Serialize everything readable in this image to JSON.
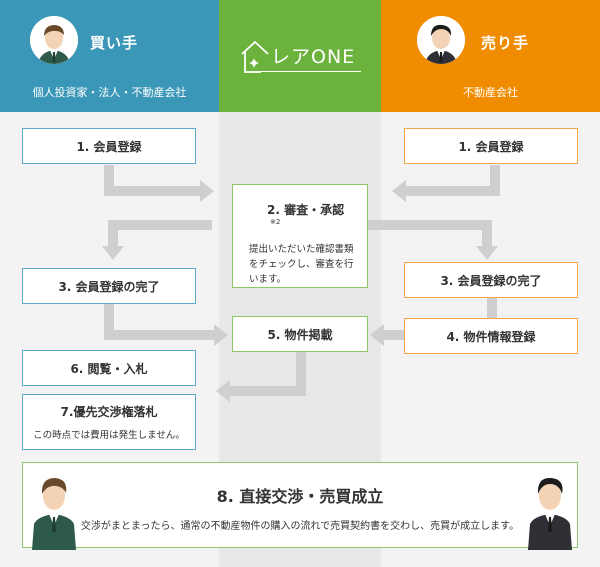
{
  "buyer": {
    "title": "買い手",
    "subtitle": "個人投資家・法人・不動産会社",
    "color": "#3a97b7"
  },
  "logo": {
    "text": "レアONE",
    "color": "#6cb33e",
    "icon": "house-sparkle-icon"
  },
  "seller": {
    "title": "売り手",
    "subtitle": "不動産会社",
    "color": "#f08c00"
  },
  "steps": {
    "buyer_register": "1. 会員登録",
    "seller_register": "1. 会員登録",
    "review_title": "2. 審査・承認",
    "review_mark": "※2",
    "review_note": "提出いただいた確認書類をチェックし、審査を行います。",
    "buyer_register_done": "3. 会員登録の完了",
    "seller_register_done": "3. 会員登録の完了",
    "listing": "5. 物件掲載",
    "property_register": "4. 物件情報登録",
    "browse_bid": "6. 閲覧・入札",
    "priority_title": "7.優先交渉権落札",
    "priority_note": "この時点では費用は発生しません。",
    "final_title": "8. 直接交渉・売買成立",
    "final_note": "交渉がまとまったら、通常の不動産物件の購入の流れで売買契約書を交わし、売買が成立します。"
  }
}
